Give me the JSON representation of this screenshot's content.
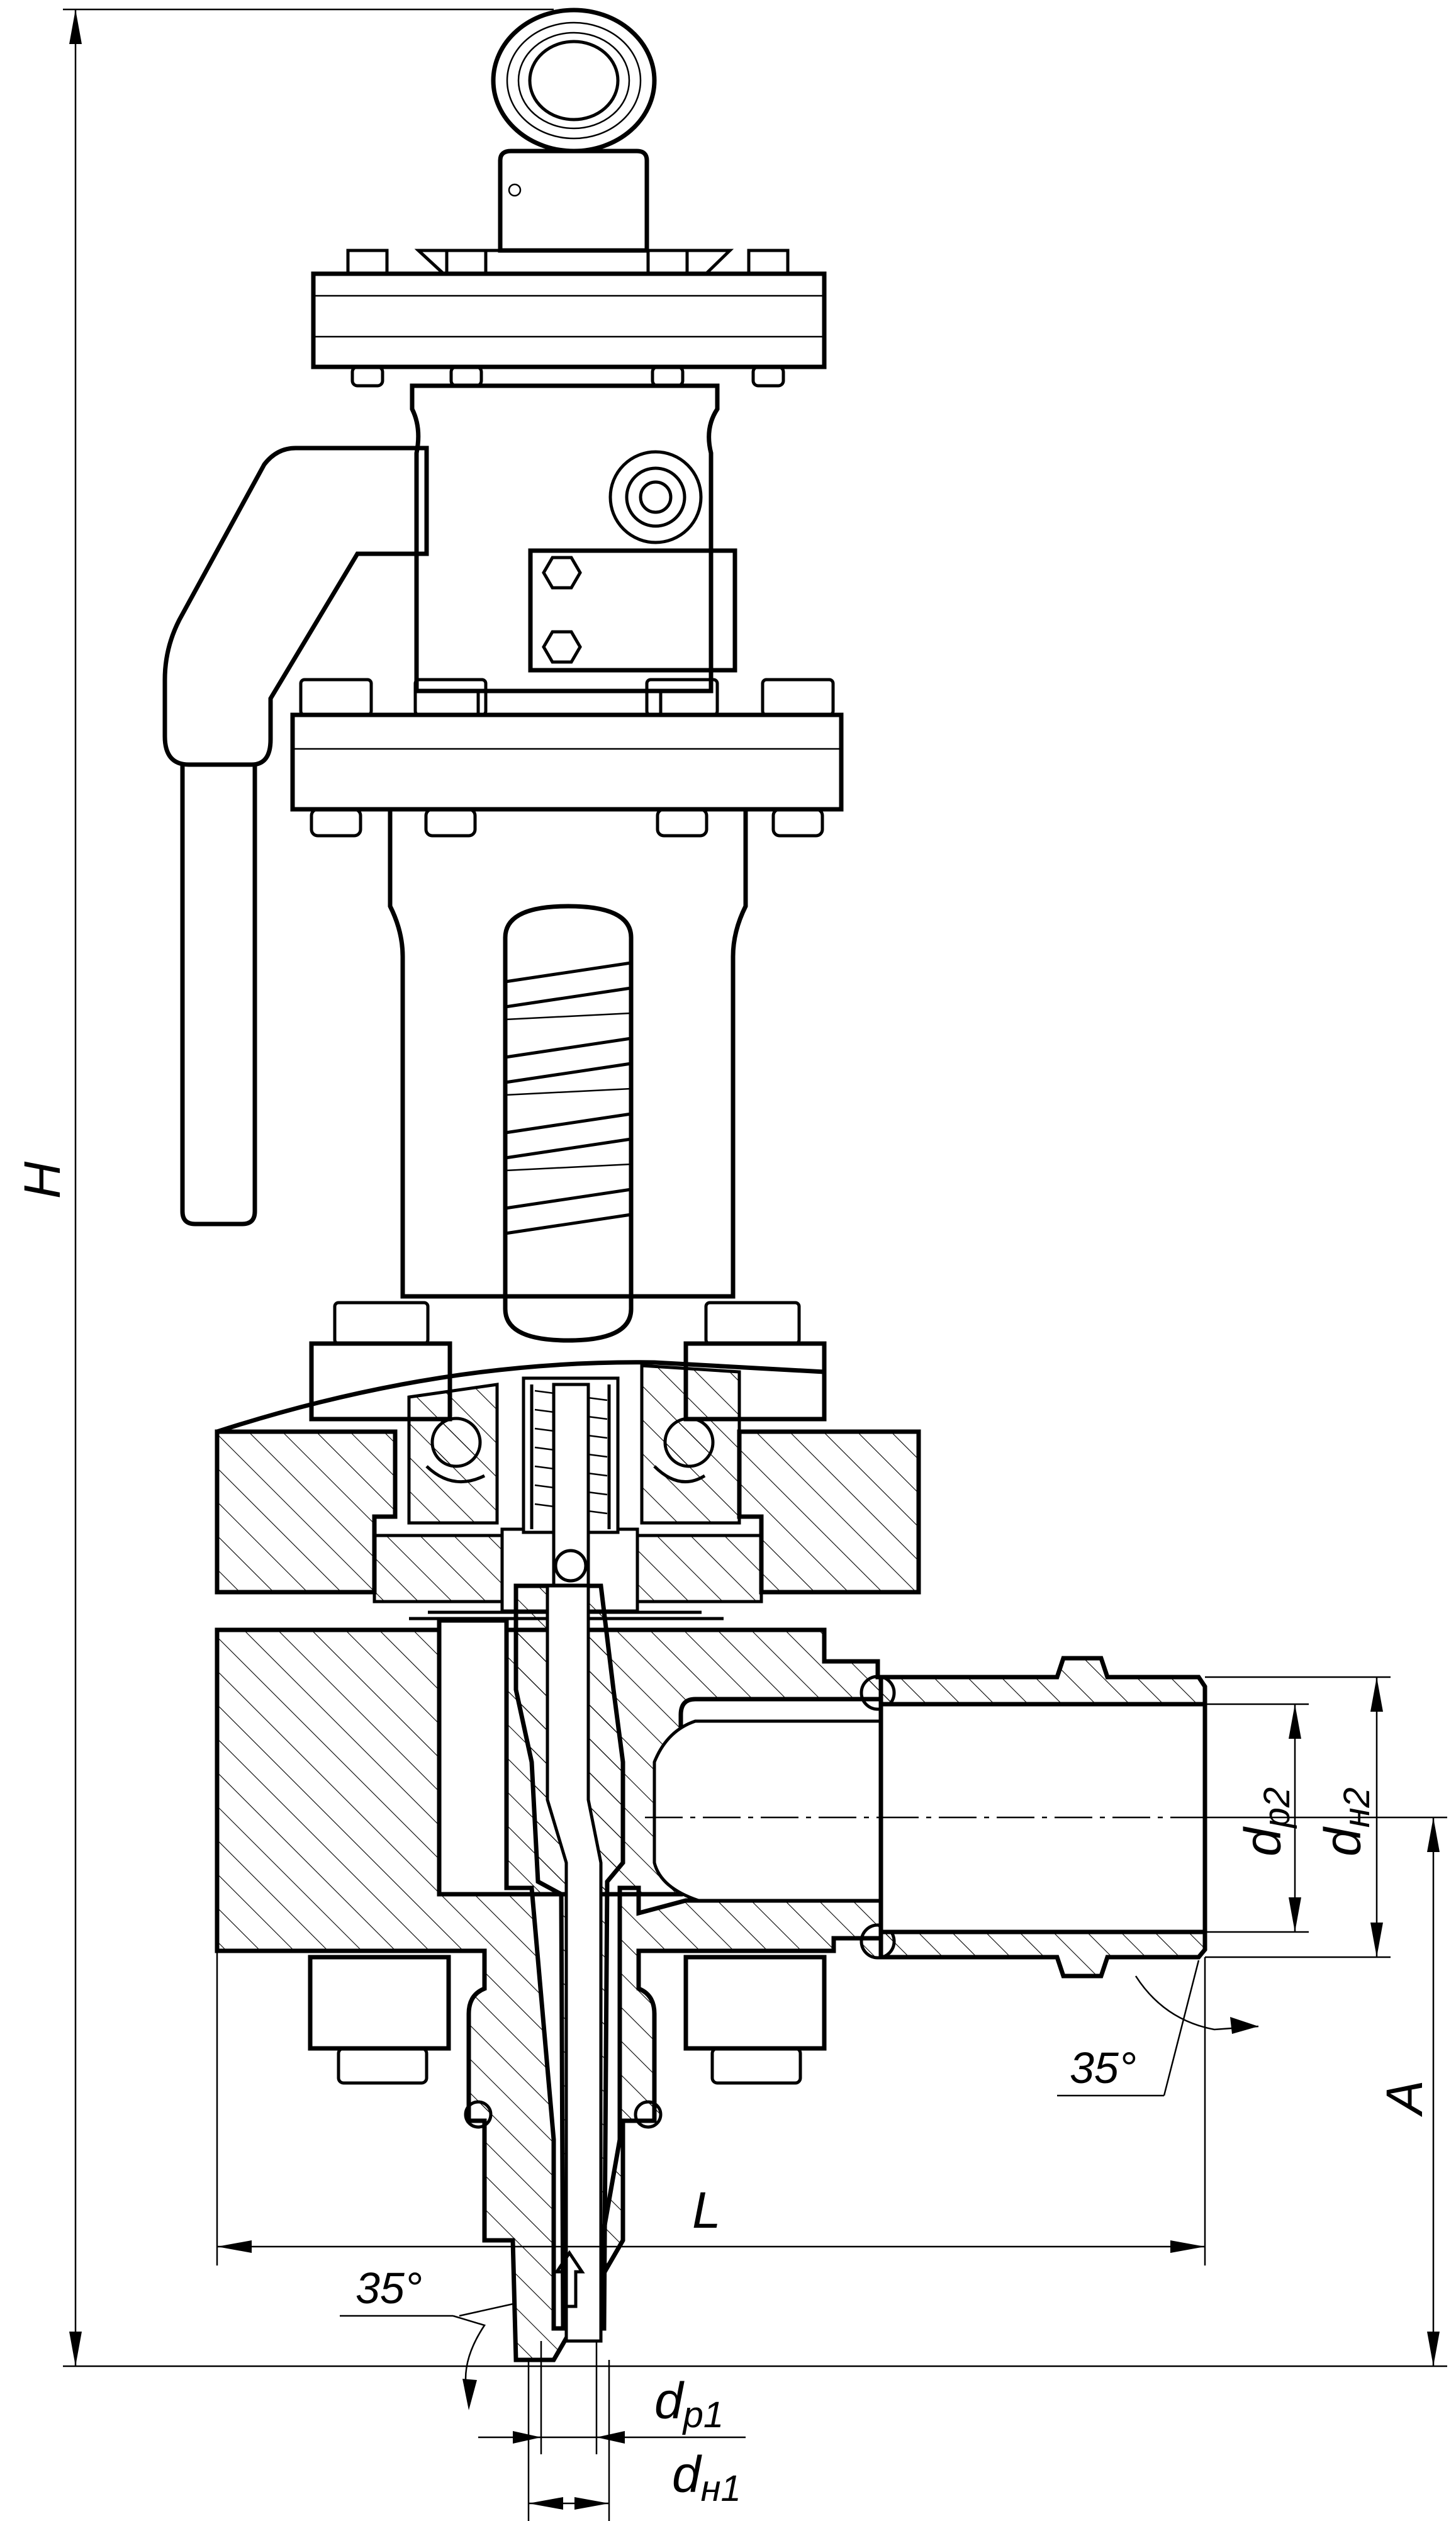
{
  "labels": {
    "height": "H",
    "length": "L",
    "outlet_offset": "A",
    "outlet_bore": "dp2",
    "outlet_bore_base": "d",
    "outlet_bore_sub": "р2",
    "outlet_outer": "dн2",
    "outlet_outer_base": "d",
    "outlet_outer_sub": "н2",
    "inlet_bore_base": "d",
    "inlet_bore_sub": "р1",
    "inlet_outer_base": "d",
    "inlet_outer_sub": "н1",
    "angle_outlet": "35°",
    "angle_inlet": "35°"
  }
}
